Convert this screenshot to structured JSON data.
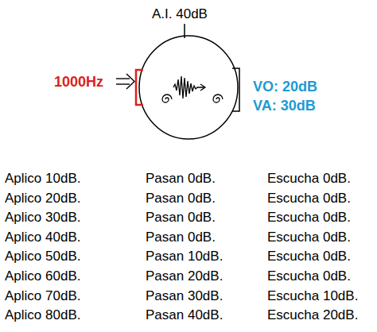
{
  "diagram": {
    "labels": [
      "A.I. 40dB",
      "1000Hz",
      "VO: 20dB",
      "VA: 30dB",
      "Aplico 10dB.",
      "Pasan 0dB.",
      "Escucha 0dB.",
      "Aplico 20dB.",
      "Pasan 0dB.",
      "Escucha 0dB.",
      "Aplico 30dB.",
      "Pasan 0dB.",
      "Escucha 0dB.",
      "Aplico 40dB.",
      "Pasan 0dB.",
      "Escucha 0dB.",
      "Aplico 50dB.",
      "Pasan 10dB.",
      "Escucha 0dB.",
      "Aplico 60dB.",
      "Pasan 20dB.",
      "Escucha 0dB.",
      "Aplico 70dB.",
      "Pasan 30dB.",
      "Escucha 10dB.",
      "Aplico 80dB.",
      "Pasan 40dB.",
      "Escucha 20dB."
    ]
  }
}
